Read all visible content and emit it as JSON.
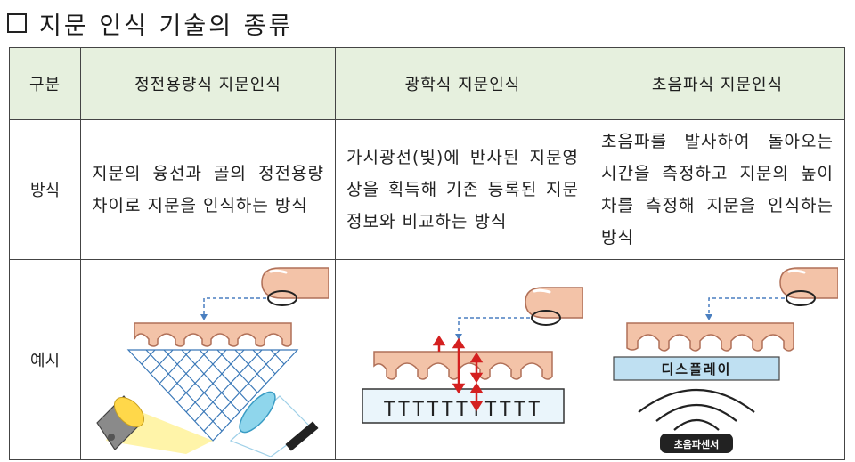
{
  "title": "지문 인식 기술의 종류",
  "table": {
    "headers": [
      "구분",
      "정전용량식 지문인식",
      "광학식 지문인식",
      "초음파식 지문인식"
    ],
    "rows": {
      "method": {
        "label": "방식",
        "cells": [
          "지문의 융선과 골의 정전용량 차이로 지문을 인식하는 방식",
          "가시광선(빛)에 반사된 지문영상을 획득해 기존 등록된 지문 정보와 비교하는 방식",
          "초음파를 발사하여 돌아오는 시간을 측정하고 지문의 높이차를 측정해 지문을 인식하는 방식"
        ]
      },
      "example": {
        "label": "예시",
        "optical_sensor_glyphs": "TTTTTTTTTTT",
        "ultrasonic_display_label": "디스플레이",
        "ultrasonic_sensor_label": "초음파센서"
      }
    }
  },
  "colors": {
    "header_bg": "#e6f0de",
    "skin": "#f3c3a8",
    "skin_stroke": "#b07058",
    "display_bar": "#bfe0f2",
    "sensor_bg": "#222222",
    "arrow_red": "#d42020",
    "dashed_blue": "#4a7fc0"
  }
}
